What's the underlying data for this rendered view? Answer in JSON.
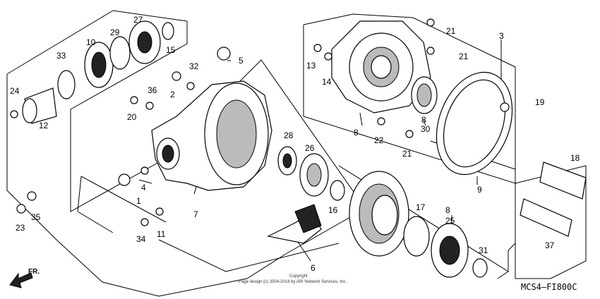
{
  "diagram_code": "MCS4—FI800C",
  "copyright_line1": "Copyright",
  "copyright_line2": "Page design (c) 2004-2014 by ARI Network Services, Inc.",
  "direction_label": "FR.",
  "callouts": [
    "1",
    "2",
    "3",
    "4",
    "5",
    "6",
    "7",
    "8",
    "8",
    "8",
    "9",
    "10",
    "11",
    "12",
    "13",
    "14",
    "15",
    "16",
    "17",
    "18",
    "19",
    "20",
    "21",
    "21",
    "21",
    "22",
    "23",
    "24",
    "25",
    "26",
    "27",
    "28",
    "29",
    "30",
    "31",
    "32",
    "33",
    "34",
    "35",
    "36",
    "37"
  ],
  "icons": [
    "front-direction-arrow-icon"
  ]
}
